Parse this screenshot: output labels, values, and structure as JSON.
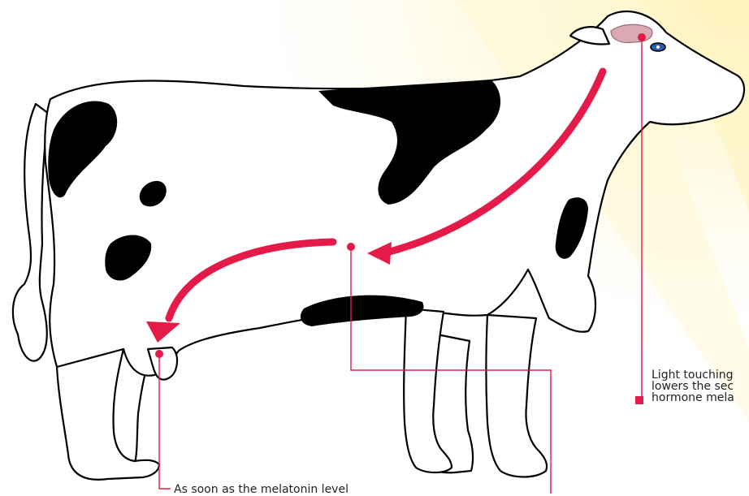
{
  "captions": {
    "light_line1": "Light touching",
    "light_line2": "lowers the sec",
    "light_line3": "hormone mela",
    "melatonin_line1": "As soon as the melatonin level"
  },
  "colors": {
    "accent": "#e41b48",
    "spot": "#000000",
    "outline": "#000000",
    "eye_patch": "#d9a9b4",
    "eye": "#2a5fb5",
    "glow": "#fff6c8"
  }
}
